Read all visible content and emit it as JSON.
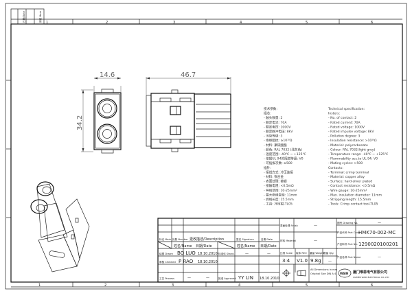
{
  "frame": {
    "columns": [
      "1",
      "2",
      "3",
      "4",
      "5",
      "6"
    ],
    "rows": [
      "D",
      "C",
      "B",
      "A"
    ],
    "corner_labels": [
      "日期/Date",
      "修改 Mark"
    ]
  },
  "dimensions": {
    "width": "14.6",
    "height": "34.2",
    "length": "46.7"
  },
  "spec_cn": [
    "技术参数:",
    "插芯:",
    "- 触头数量: 2",
    "- 额定电流: 70A",
    "- 额定电压: 1000V",
    "- 额定脉冲电压: 8kV",
    "- 污染等级: 3",
    "- 绝缘阻抗: ≥10¹⁰Ω",
    "- 材料: 聚碳酸酯",
    "- 颜色: RAL 7032 (浅灰色)",
    "- 温度范围: -40℃ ~ +125℃",
    "- 依据UL 94的阻燃等级: V0",
    "- 可插拔次数: ≥500",
    "插针:",
    "- 接线方式: 冷压连接",
    "- 材料: 铜合金",
    "- 表面处理: 镀银",
    "- 接触电阻: <0.5mΩ",
    "- 导线范围: 10-25mm²",
    "- 最大绝缘直径: 11mm",
    "- 剥线长度: 15.5mm",
    "- 工具: 冷压钳-TL05"
  ],
  "spec_en": [
    "Technical specification:",
    "Insters:",
    "- No. of contact: 2",
    "- Rated current: 70A",
    "- Rated voltage: 1000V",
    "- Rated impulse voltage: 8kV",
    "- Pollution degree: 3",
    "- Insulation resistance: >10¹⁰Ω",
    "- Materiol: polycarbonate",
    "- Colour: RAL 7032(light grey)",
    "- Temperature range: -40℃ ~ +125℃",
    "- Flammability acc.to UL 94: V0",
    "- Mating cycles: >500",
    "Contacts:",
    "- Terminal: crimp terminal",
    "- Material: copper alloy",
    "- Surface: hard-silver plated",
    "- Contact resistance: <0.5mΩ",
    "- Wire gauge: 10-25mm²",
    "- Max. insulation diameter: 11mm",
    "- Stripping length: 15.5mm",
    "- Tools: Crimp contact tool-TL05"
  ],
  "title_block": {
    "mark": "标记 Mark",
    "number": "处数 Number",
    "description": "更改描述/Description",
    "signature": "签名 Signature",
    "date": "日期 Date",
    "name_h": "姓名/Name",
    "date_h": "日期/Date",
    "name_h2": "姓名/Name",
    "date_h2": "日期/Date",
    "drawn": "绘图 Drawn",
    "drawn_name": "BQ LUO",
    "drawn_date": "18.10.2010",
    "stand": "标准化 Stand.",
    "stand_name": "—",
    "stand_date": "—",
    "checked": "审核 Checked",
    "checked_name": "P RAO",
    "checked_date": "18.10.2010",
    "process": "工艺 Process",
    "process_name": "—",
    "process_date": "—",
    "approved": "批准 Approved",
    "approved_name": "YY LIN",
    "approved_date": "18.10.2010",
    "finish": "表面处理 Finish",
    "finish_value": "—",
    "material": "材料 Material",
    "material_value": "—",
    "scale": "比例 Scale",
    "scale_value": "3:4",
    "rev": "版本 REV.",
    "rev_value": "V1.0",
    "weight": "重量 Weight",
    "weight_value": "9.8g",
    "qty": "数量 Qty.",
    "qty_value": "—",
    "units_note_1": "All Dimensions in mm",
    "units_note_2": "Original Size DIN A 4",
    "drawing_no": "图号 Drawing No.",
    "drawing_no_value": "—",
    "part_code": "产品代号 Part Code",
    "part_code_value": "HMK70-002-MC",
    "part_no": "产品料号 Part No.",
    "part_no_value": "1290020100201",
    "part_name": "产品名称 Part Name",
    "part_name_value": "—",
    "company_cn": "厦门唯恩电气有限公司",
    "company_en": "XIAMEN WAIN ELECTRICAL CO.,LTD",
    "logo": "WAIN"
  }
}
